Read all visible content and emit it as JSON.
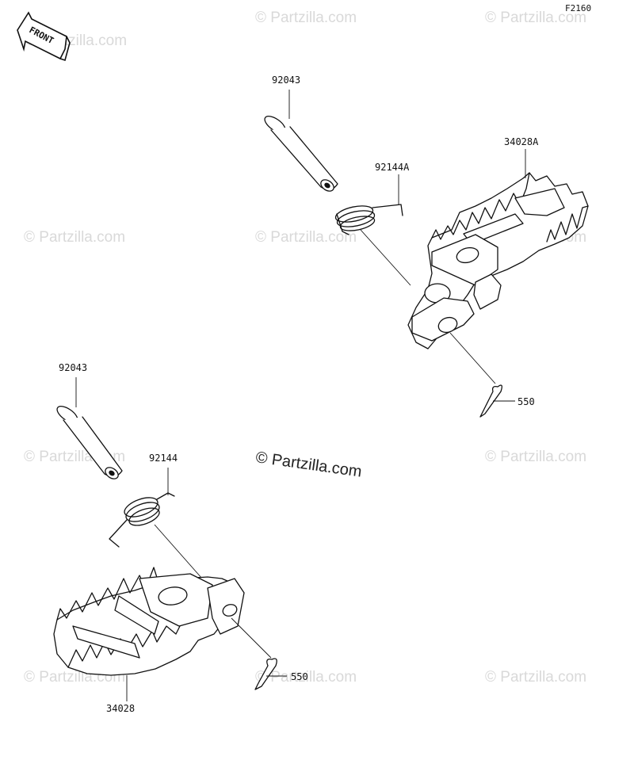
{
  "diagram_id": "F2160",
  "front_badge": "FRONT",
  "watermark": "© Partzilla.com",
  "parts": {
    "upper_pin": "92043",
    "upper_spring": "92144A",
    "upper_footpeg": "34028A",
    "upper_cotter": "550",
    "lower_pin": "92043",
    "lower_spring": "92144",
    "lower_footpeg": "34028",
    "lower_cotter": "550"
  }
}
